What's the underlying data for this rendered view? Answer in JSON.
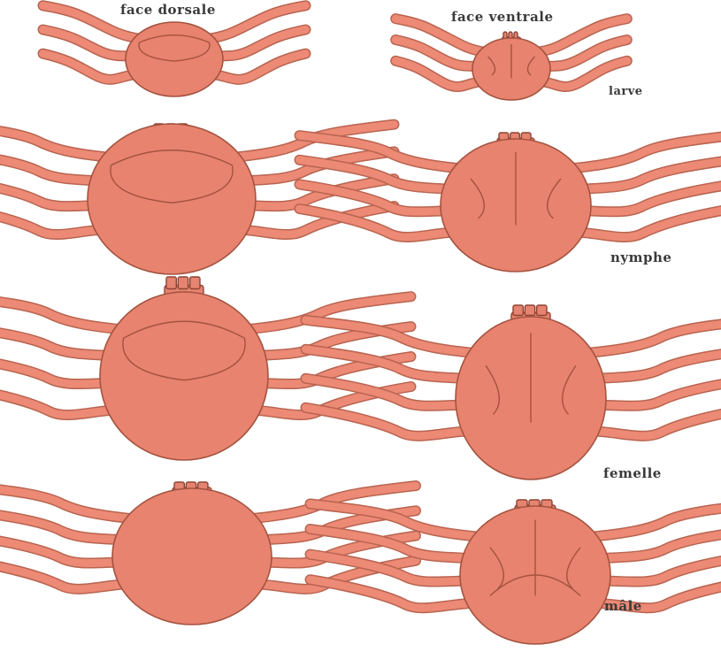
{
  "labels": {
    "dorsal": "face dorsale",
    "ventral": "face ventrale",
    "larva": "larve",
    "nymph": "nymphe",
    "female": "femelle",
    "male": "mâle"
  },
  "colors": {
    "body": "#e8836f",
    "outline": "#a4533f",
    "text": "#3a3a3a"
  },
  "specimens": [
    {
      "stage": "larve",
      "view": "dorsal",
      "legs": 6,
      "shield": true
    },
    {
      "stage": "larve",
      "view": "ventral",
      "legs": 6,
      "shield": false
    },
    {
      "stage": "nymphe",
      "view": "dorsal",
      "legs": 8,
      "shield": true
    },
    {
      "stage": "nymphe",
      "view": "ventral",
      "legs": 8,
      "shield": false
    },
    {
      "stage": "femelle",
      "view": "dorsal",
      "legs": 8,
      "shield": true
    },
    {
      "stage": "femelle",
      "view": "ventral",
      "legs": 8,
      "shield": false
    },
    {
      "stage": "mâle",
      "view": "dorsal",
      "legs": 8,
      "shield": false
    },
    {
      "stage": "mâle",
      "view": "ventral",
      "legs": 8,
      "shield": false
    }
  ]
}
